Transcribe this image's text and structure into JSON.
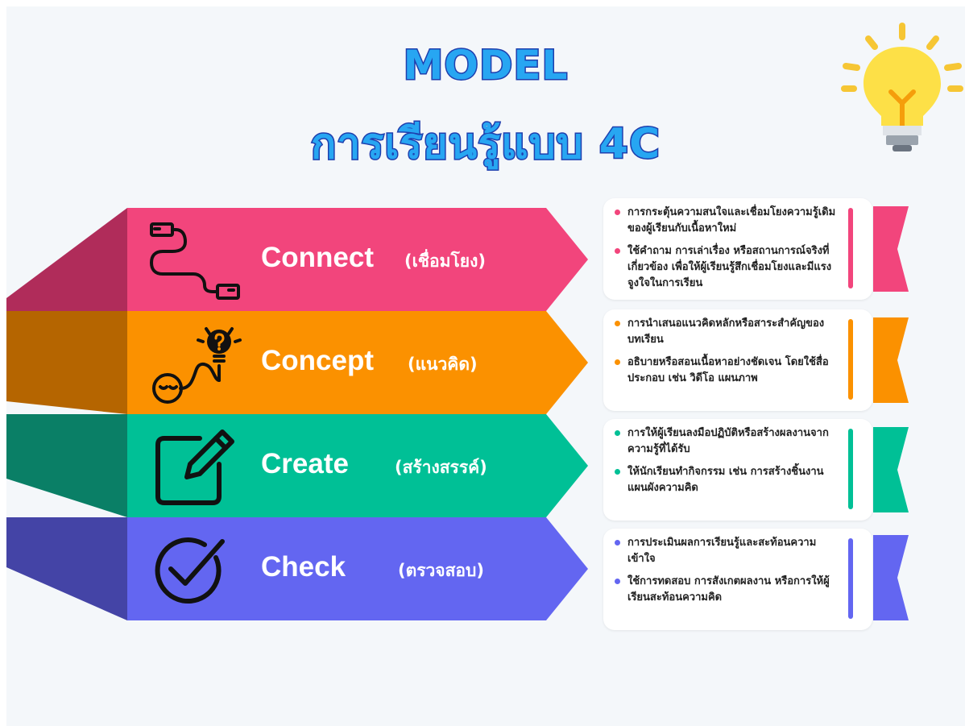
{
  "title": {
    "line1": "MODEL",
    "line2": "การเรียนรู้แบบ 4C"
  },
  "icons": {
    "header": "lightbulb-icon"
  },
  "steps": [
    {
      "key": "connect",
      "name": "Connect",
      "thai": "(เชื่อมโยง)",
      "icon": "cable-icon",
      "color": "#f2457c",
      "side_color": "#b02c5a",
      "bullets": [
        "การกระตุ้นความสนใจและเชื่อมโยงความรู้เดิมของผู้เรียนกับเนื้อหาใหม่",
        "ใช้คำถาม การเล่าเรื่อง หรือสถานการณ์จริงที่เกี่ยวข้อง เพื่อให้ผู้เรียนรู้สึกเชื่อมโยงและมีแรงจูงใจในการเรียน"
      ]
    },
    {
      "key": "concept",
      "name": "Concept",
      "thai": "(แนวคิด)",
      "icon": "idea-head-icon",
      "color": "#fb9100",
      "side_color": "#b56500",
      "bullets": [
        "การนำเสนอแนวคิดหลักหรือสาระสำคัญของบทเรียน",
        "อธิบายหรือสอนเนื้อหาอย่างชัดเจน โดยใช้สื่อประกอบ เช่น วิดีโอ แผนภาพ"
      ]
    },
    {
      "key": "create",
      "name": "Create",
      "thai": "(สร้างสรรค์)",
      "icon": "edit-icon",
      "color": "#00c096",
      "side_color": "#0a7f66",
      "bullets": [
        "การให้ผู้เรียนลงมือปฏิบัติหรือสร้างผลงานจากความรู้ที่ได้รับ",
        "ให้นักเรียนทำกิจกรรม เช่น การสร้างชิ้นงาน แผนผังความคิด"
      ]
    },
    {
      "key": "check",
      "name": "Check",
      "thai": "(ตรวจสอบ)",
      "icon": "check-circle-icon",
      "color": "#6366f1",
      "side_color": "#4444a6",
      "bullets": [
        "การประเมินผลการเรียนรู้และสะท้อนความเข้าใจ",
        "ใช้การทดสอบ การสังเกตผลงาน หรือการให้ผู้เรียนสะท้อนความคิด"
      ]
    }
  ]
}
